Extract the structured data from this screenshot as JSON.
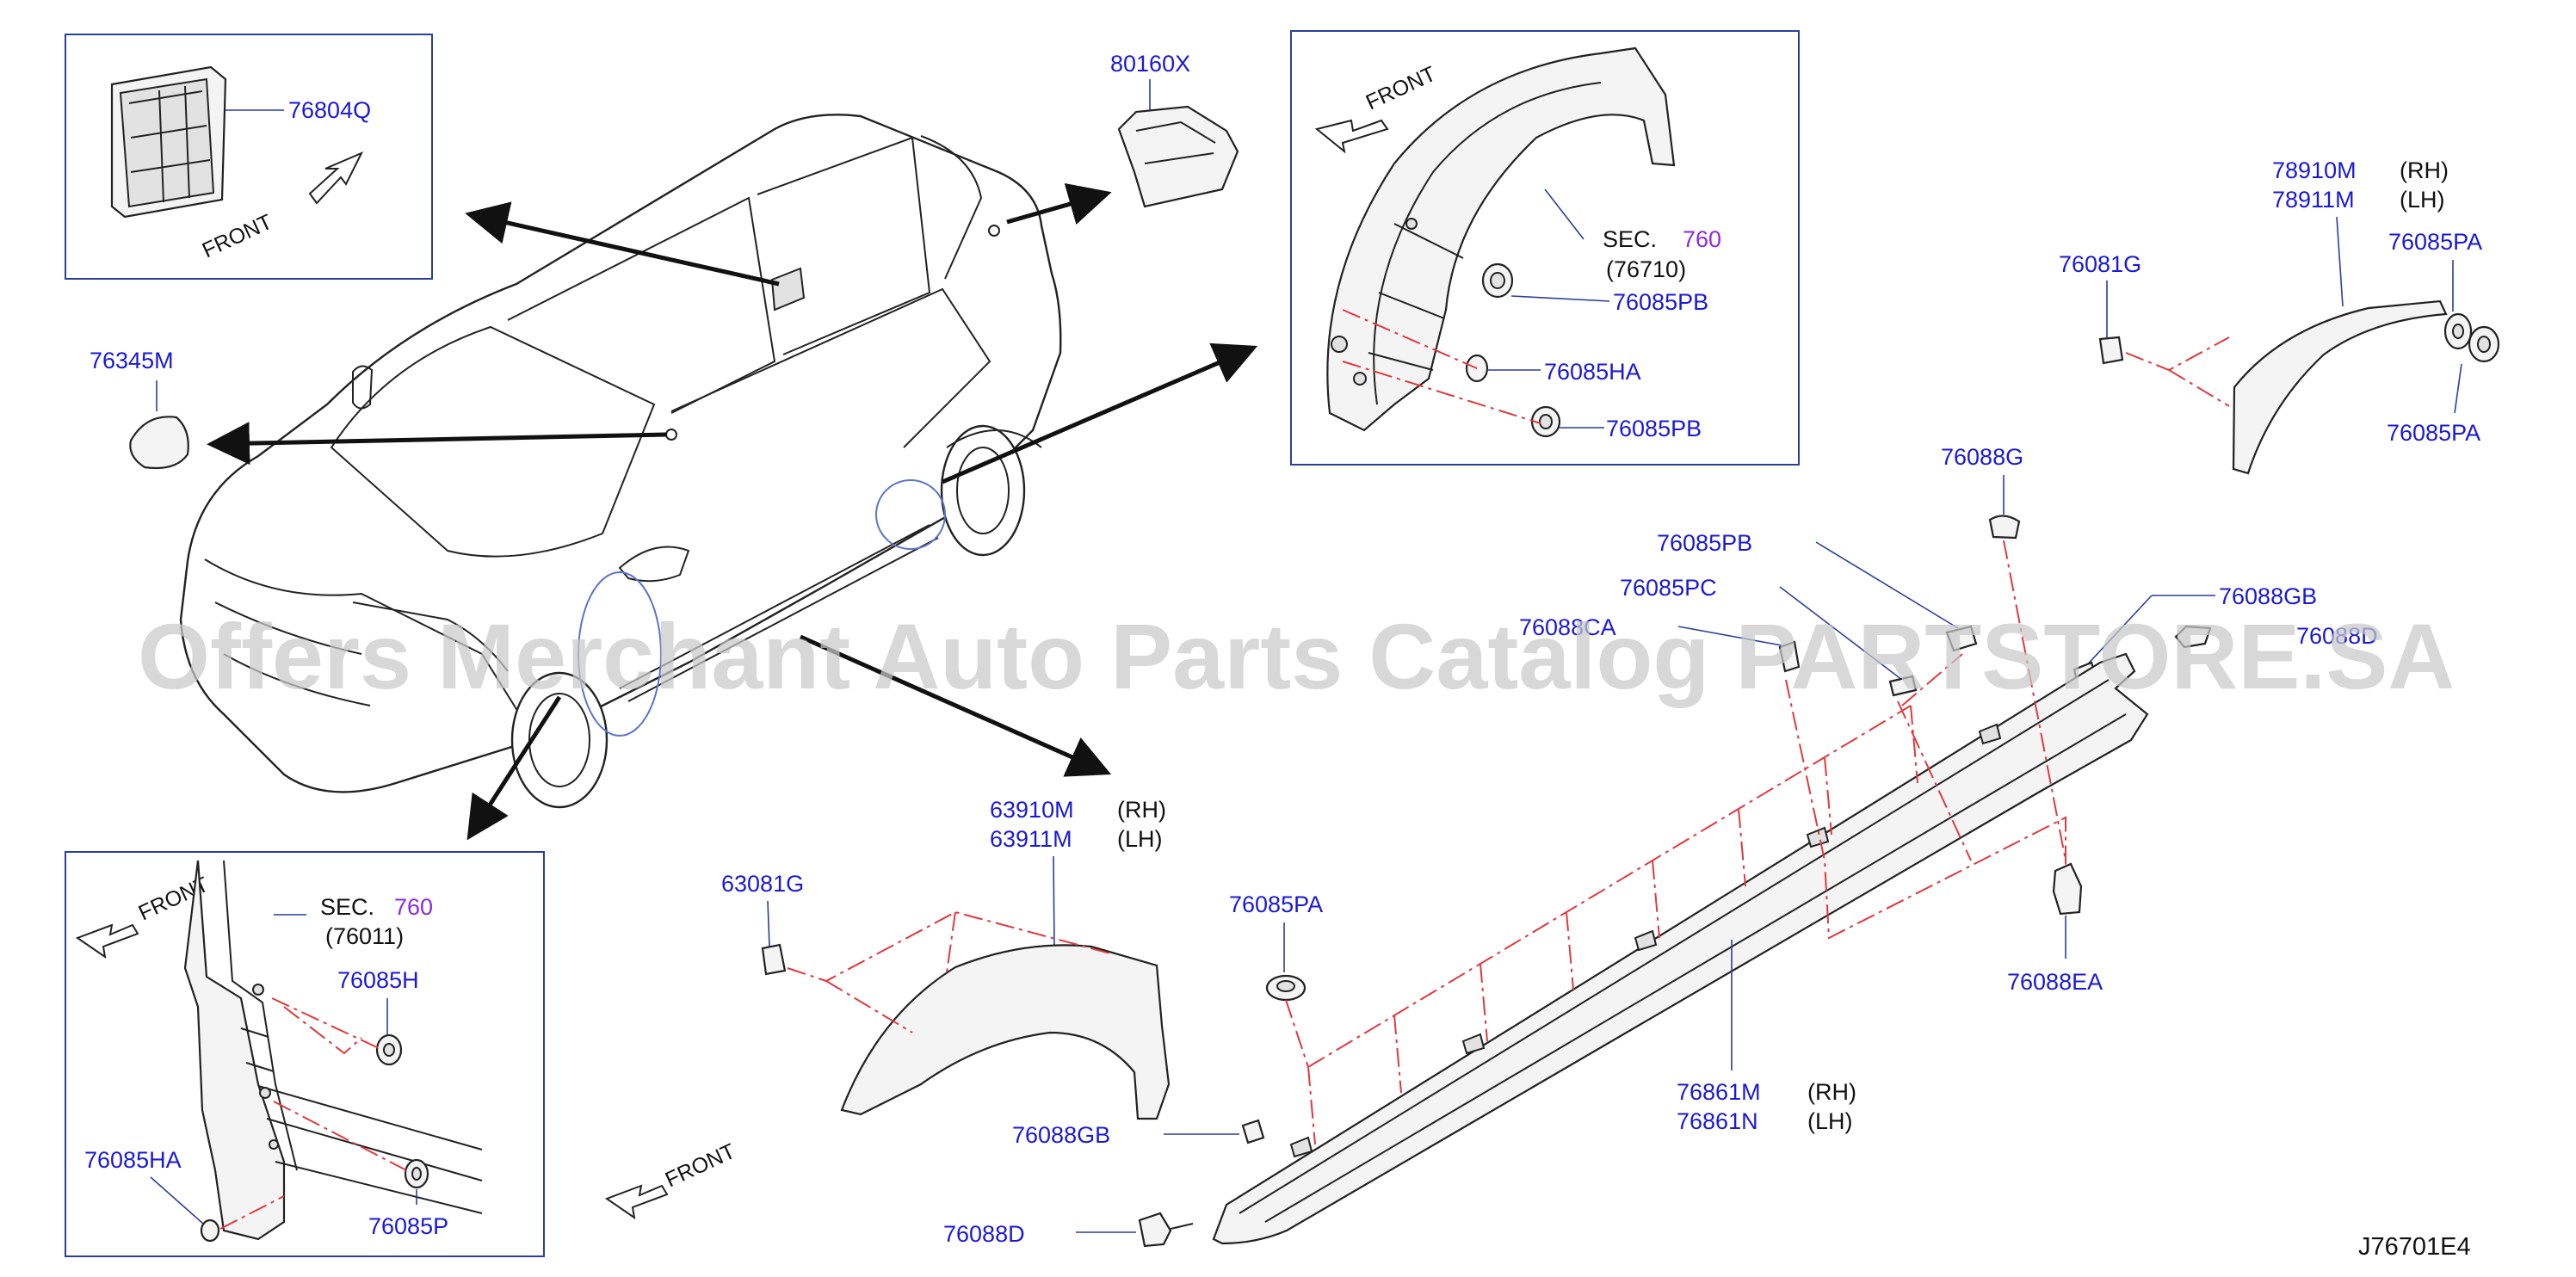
{
  "labels": {
    "p76804Q": "76804Q",
    "p80160X": "80160X",
    "p76345M": "76345M",
    "p78910M": "78910M",
    "p78911M": "78911M",
    "p76081G": "76081G",
    "p76085PA_a": "76085PA",
    "p76085PA_b": "76085PA",
    "p76085PB_a": "76085PB",
    "p76085PB_b": "76085PB",
    "p76085HA_a": "76085HA",
    "p76088G": "76088G",
    "p76085PB_c": "76085PB",
    "p76085PC": "76085PC",
    "p76088CA": "76088CA",
    "p76088GB_a": "76088GB",
    "p76088D_a": "76088D",
    "p63910M": "63910M",
    "p63911M": "63911M",
    "p63081G": "63081G",
    "p76085PA_c": "76085PA",
    "p76088EA": "76088EA",
    "p76861M": "76861M",
    "p76861N": "76861N",
    "p76088GB_b": "76088GB",
    "p76088D_b": "76088D",
    "p76085H": "76085H",
    "p76085HA_b": "76085HA",
    "p76085P": "76085P"
  },
  "qualifiers": {
    "rh_a": "(RH)",
    "lh_a": "(LH)",
    "rh_b": "(RH)",
    "lh_b": "(LH)",
    "rh_c": "(RH)",
    "lh_c": "(LH)"
  },
  "sections": {
    "sec_label_a": "SEC.",
    "sec_num_a": "760",
    "sec_sub_a": "(76710)",
    "sec_label_b": "SEC.",
    "sec_num_b": "760",
    "sec_sub_b": "(76011)"
  },
  "front_label": "FRONT",
  "drawing_code": "J76701E4",
  "watermark": "Offers Merchant Auto Parts Catalog PARTSTORE.SA",
  "colors": {
    "label_blue": "#1a1ad6",
    "section_purple": "#8a2be2",
    "dashed_red": "#e0393e",
    "frame_blue": "#2a3f9a"
  }
}
